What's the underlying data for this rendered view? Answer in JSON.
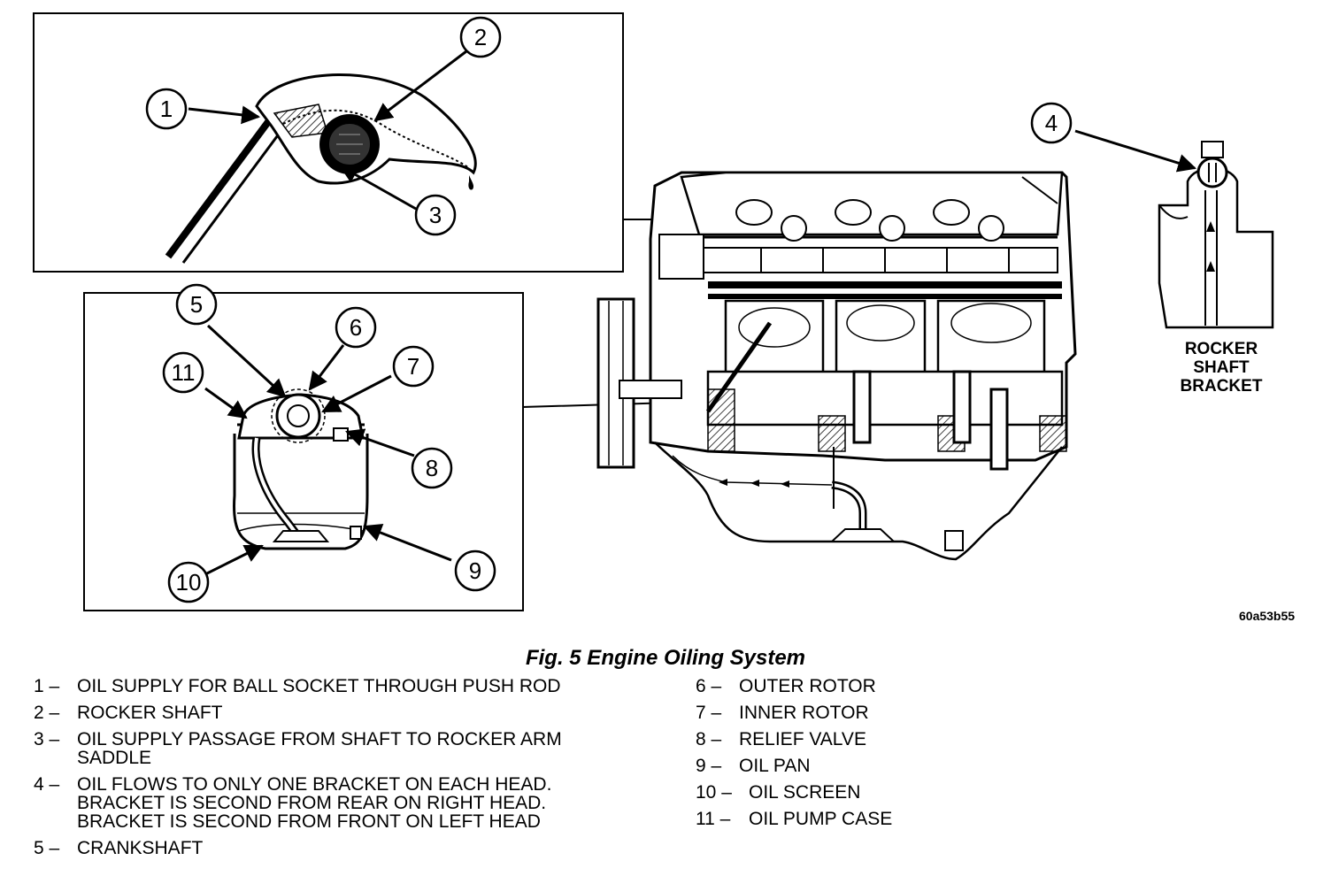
{
  "figure": {
    "callouts": [
      "1",
      "2",
      "3",
      "4",
      "5",
      "6",
      "7",
      "8",
      "9",
      "10",
      "11"
    ],
    "bracket_label": [
      "ROCKER",
      "SHAFT",
      "BRACKET"
    ],
    "image_code": "60a53b55"
  },
  "caption": "Fig. 5 Engine Oiling System",
  "legend_left": [
    {
      "num": "1 –",
      "text": "OIL SUPPLY FOR BALL SOCKET THROUGH PUSH ROD"
    },
    {
      "num": "2 –",
      "text": "ROCKER SHAFT"
    },
    {
      "num": "3 –",
      "text": "OIL SUPPLY PASSAGE FROM SHAFT TO ROCKER ARM\nSADDLE"
    },
    {
      "num": "4 –",
      "text": "OIL FLOWS TO ONLY ONE BRACKET ON EACH HEAD.\nBRACKET IS SECOND FROM REAR ON RIGHT HEAD.\nBRACKET IS SECOND FROM FRONT ON LEFT HEAD"
    },
    {
      "num": "5 –",
      "text": "CRANKSHAFT"
    }
  ],
  "legend_right": [
    {
      "num": "6 –",
      "text": "OUTER ROTOR"
    },
    {
      "num": "7 –",
      "text": "INNER ROTOR"
    },
    {
      "num": "8 –",
      "text": "RELIEF VALVE"
    },
    {
      "num": "9 –",
      "text": "OIL PAN"
    },
    {
      "num": "10 –",
      "text": "OIL SCREEN"
    },
    {
      "num": "11 –",
      "text": "OIL PUMP CASE"
    }
  ]
}
